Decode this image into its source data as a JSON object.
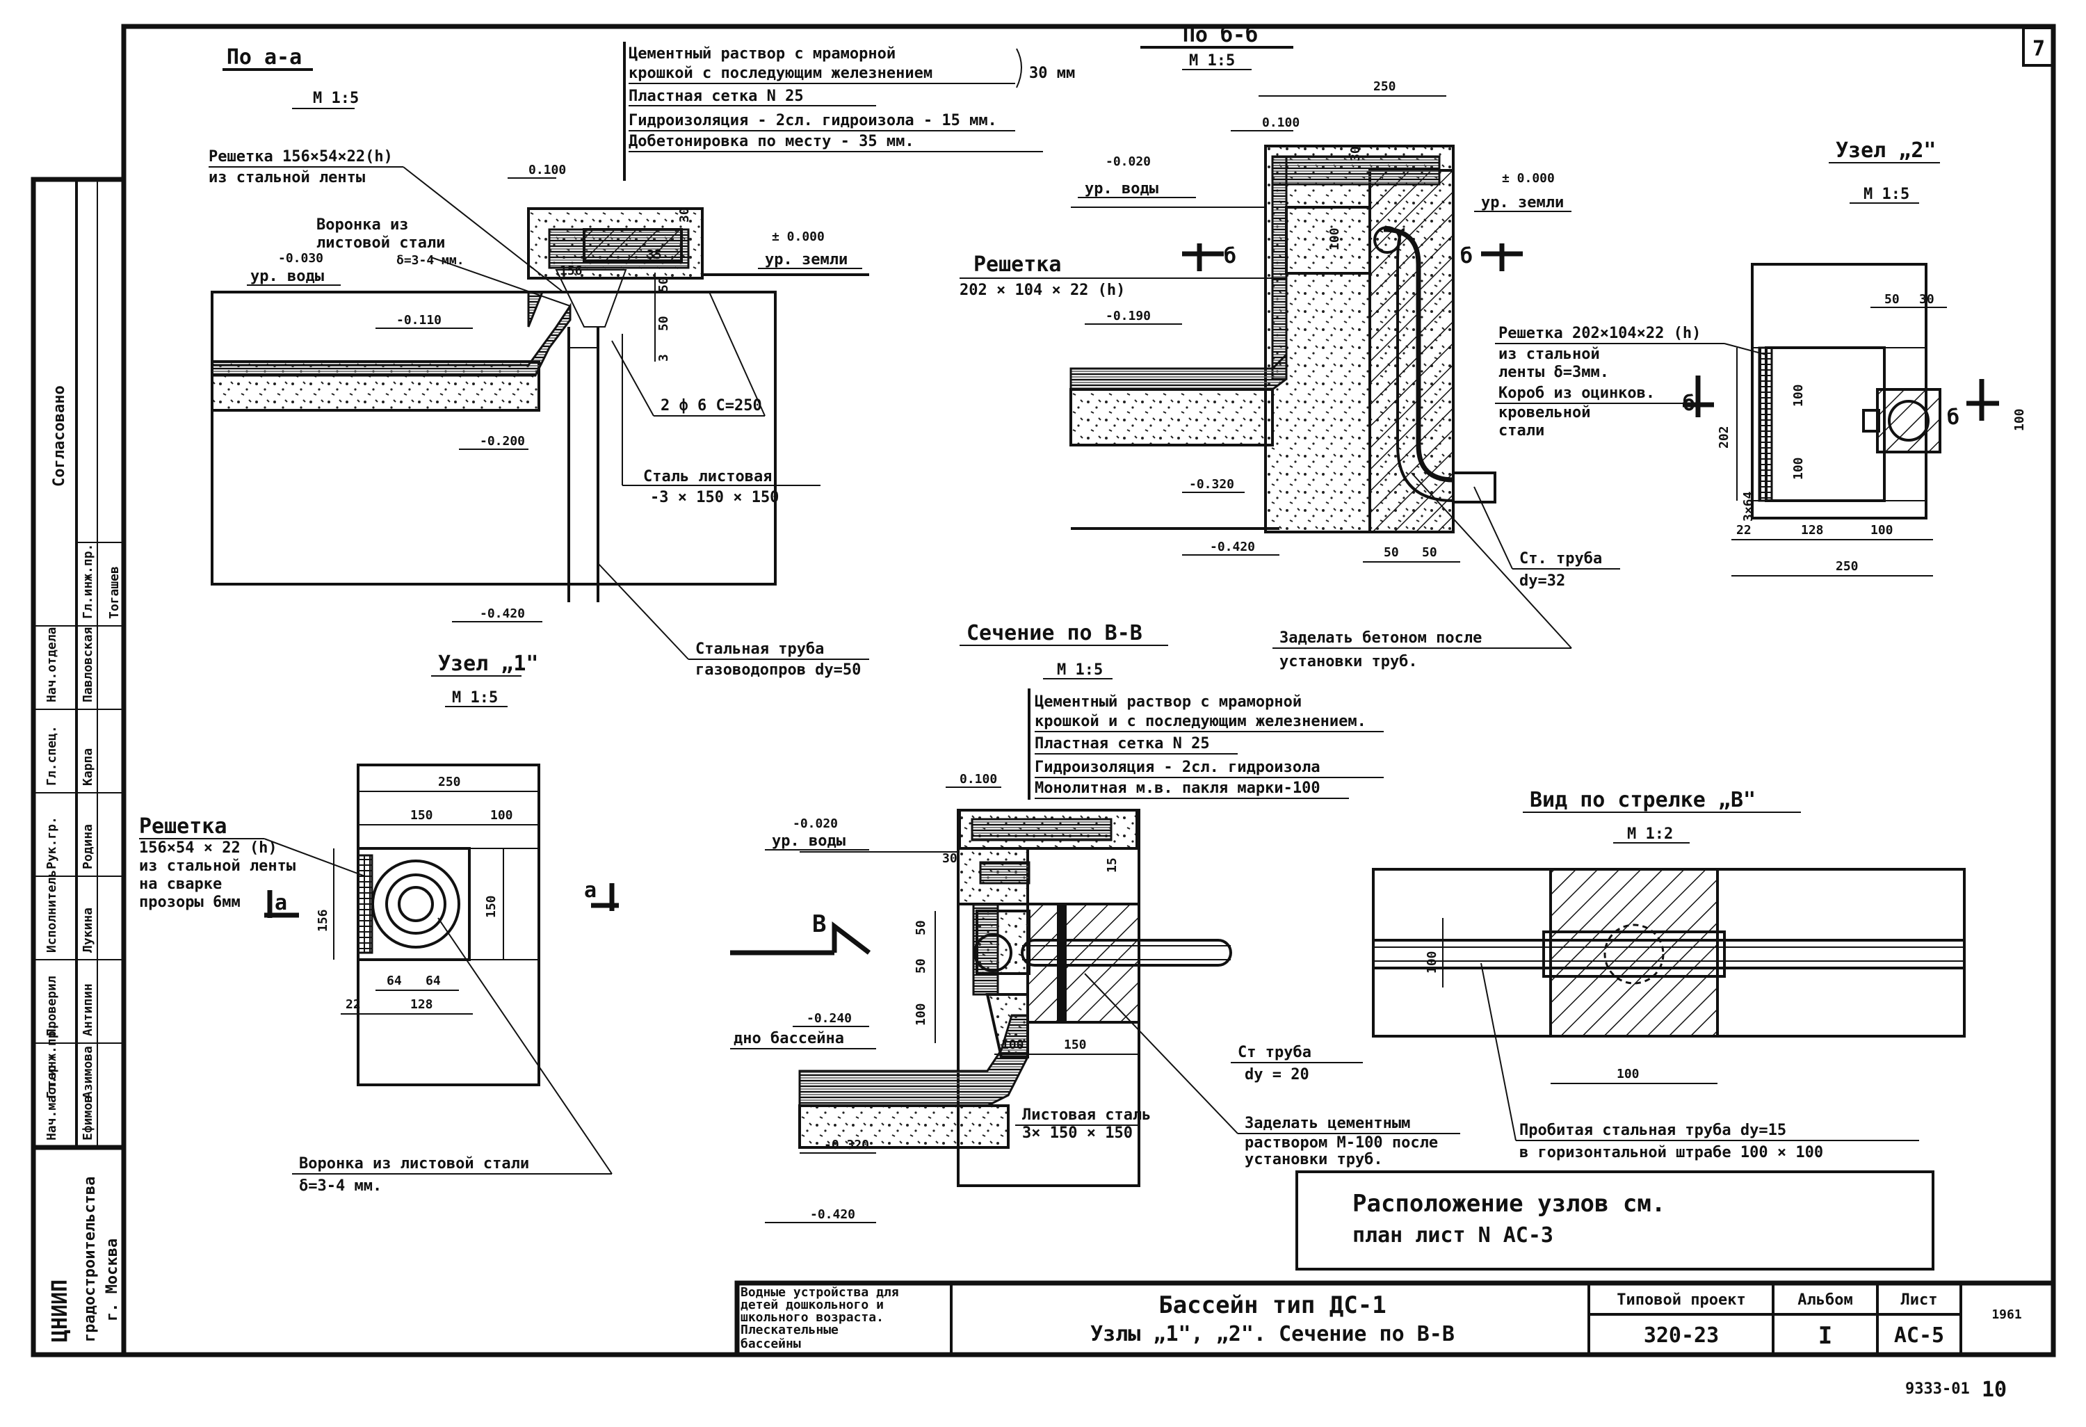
{
  "sheet": {
    "page_number": "7",
    "bottom_right_note": "9333-01",
    "bottom_right_page": "10",
    "year": "1961"
  },
  "section_aa": {
    "title": "По а-а",
    "scale": "М 1:5",
    "notes": [
      "Цементный раствор с мраморной",
      "крошкой с последующим железнением",
      "Пластная сетка N 25",
      "Гидроизоляция - 2сл. гидроизола  - 15 мм.",
      "Добетонировка по месту  - 35 мм."
    ],
    "note_thickness": "30 мм",
    "grate_label": "Решетка 156×54×22(h)",
    "grate_sub": "из стальной ленты",
    "funnel_label": "Воронка из",
    "funnel_sub1": "листовой стали",
    "funnel_sub2": "δ=3-4 мм.",
    "level_water": "-0.030",
    "level_water_label": "ур. воды",
    "level_zero": "± 0.000",
    "level_ground_label": "ур. земли",
    "dim_100": "0.100",
    "level_110": "-0.110",
    "level_200": "-0.200",
    "level_420": "-0.420",
    "rebar": "2 ф 6  С=250",
    "sheet_steel": "Сталь листовая",
    "sheet_steel_dims": "-3 × 150 × 150",
    "pipe_label": "Стальная труба",
    "pipe_sub": "газоводопров dу=50",
    "dims_vertical": [
      "30",
      "50",
      "50",
      "3"
    ],
    "dim_156": "156",
    "dim_35": "35"
  },
  "section_bb": {
    "title": "По б-б",
    "scale": "М 1:5",
    "dim_250": "250",
    "dim_100": "0.100",
    "level_water": "-0.020",
    "level_water_label": "ур. воды",
    "level_zero": "± 0.000",
    "level_ground_label": "ур. земли",
    "grate_label": "Решетка",
    "grate_sub": "202 × 104 × 22 (h)",
    "level_190": "-0.190",
    "level_320": "-0.320",
    "level_420": "-0.420",
    "cut_b": "б",
    "dims_bottom": [
      "50",
      "50"
    ],
    "dims_vertical": [
      "30",
      "100"
    ],
    "pipe_label": "Ст. труба",
    "pipe_sub": "dу=32",
    "seal_note1": "Заделать бетоном после",
    "seal_note2": "установки труб."
  },
  "node2": {
    "title": "Узел „2\"",
    "scale": "М 1:5",
    "grate_label": "Решетка 202×104×22 (h)",
    "grate_sub1": "из стальной",
    "grate_sub2": "ленты δ=3мм.",
    "box_label": "Короб из оцинков.",
    "box_sub1": "кровельной",
    "box_sub2": "стали",
    "dims_top": [
      "50",
      "30"
    ],
    "dims_bottom": [
      "22",
      "128",
      "100"
    ],
    "dim_total": "250",
    "dims_vertical": [
      "100",
      "100"
    ],
    "dim_202": "202",
    "dim_side": "100",
    "dim_small": "3×64",
    "cut_b": "б"
  },
  "node1": {
    "title": "Узел „1\"",
    "scale": "М 1:5",
    "dim_250": "250",
    "dims_top": [
      "150",
      "100"
    ],
    "grate_label": "Решетка",
    "grate_sub1": "156×54 × 22 (h)",
    "grate_sub2": "из стальной ленты",
    "grate_sub3": "на сварке",
    "grate_sub4": "прозоры 6мм",
    "cut_a": "а",
    "dim_156": "156",
    "dim_150": "150",
    "dims_bottom": [
      "22",
      "64",
      "64",
      "128"
    ],
    "funnel_label": "Воронка из листовой стали",
    "funnel_sub": "δ=3-4 мм."
  },
  "section_vv": {
    "title": "Сечение по В-В",
    "scale": "М 1:5",
    "notes": [
      "Цементный раствор с мраморной",
      "крошкой и с последующим железнением.",
      "Пластная сетка N 25",
      "Гидроизоляция - 2сл. гидроизола",
      "Монолитная м.в. пакля марки-100"
    ],
    "dim_100": "0.100",
    "level_water": "-0.020",
    "level_water_label": "ур. воды",
    "level_240": "-0.240",
    "pool_bottom": "дно бассейна",
    "level_320": "-0.320",
    "level_420": "-0.420",
    "cut_v": "В",
    "dims_vertical": [
      "50",
      "50",
      "100"
    ],
    "dims_small": [
      "30",
      "15",
      "100"
    ],
    "dim_150": "150",
    "pipe_label": "Ст труба",
    "pipe_sub": "dу = 20",
    "sheet_steel": "Листовая сталь",
    "sheet_steel_dims": "3× 150 × 150",
    "seal_note1": "Заделать цементным",
    "seal_note2": "раствором М-100 после",
    "seal_note3": "установки труб."
  },
  "view_v": {
    "title": "Вид по стрелке „В\"",
    "scale": "М 1:2",
    "dim_100_v": "100",
    "dim_100_h": "100",
    "pipe_label": "Пробитая стальная труба dу=15",
    "pipe_sub": "в горизонтальной штрабе 100 × 100"
  },
  "placement_note": {
    "line1": "Расположение  узлов  см.",
    "line2": "план  лист N АС-3"
  },
  "stamp_left": {
    "roles": [
      "Гл.инж.пр.",
      "Нач.отдела",
      "Гл.спец.",
      "Рук.гр.",
      "Исполнитель",
      "Проверил",
      "Нач.мастер",
      "Гл.инж.пр."
    ],
    "names": [
      "Тогашев",
      "Павловская",
      "Карпа",
      "Родина",
      "Лукина",
      "Антипин",
      "Ефимов",
      "Азимова"
    ],
    "agreed": "Согласовано",
    "org_line1": "ЦНИИП",
    "org_line2": "градостроительства",
    "org_line3": "г. Москва"
  },
  "title_block": {
    "project_desc1": "Водные устройства для",
    "project_desc2": "детей дошкольного и",
    "project_desc3": "школьного возраста.",
    "project_desc4": "Плескательные",
    "project_desc5": "бассейны",
    "title_line1": "Бассейн  тип  ДС-1",
    "title_line2": "Узлы „1\", „2\".  Сечение по В-В",
    "typ_project_label": "Типовой проект",
    "typ_project_value": "320-23",
    "album_label": "Альбом",
    "album_value": "I",
    "sheet_label": "Лист",
    "sheet_value": "АС-5"
  }
}
